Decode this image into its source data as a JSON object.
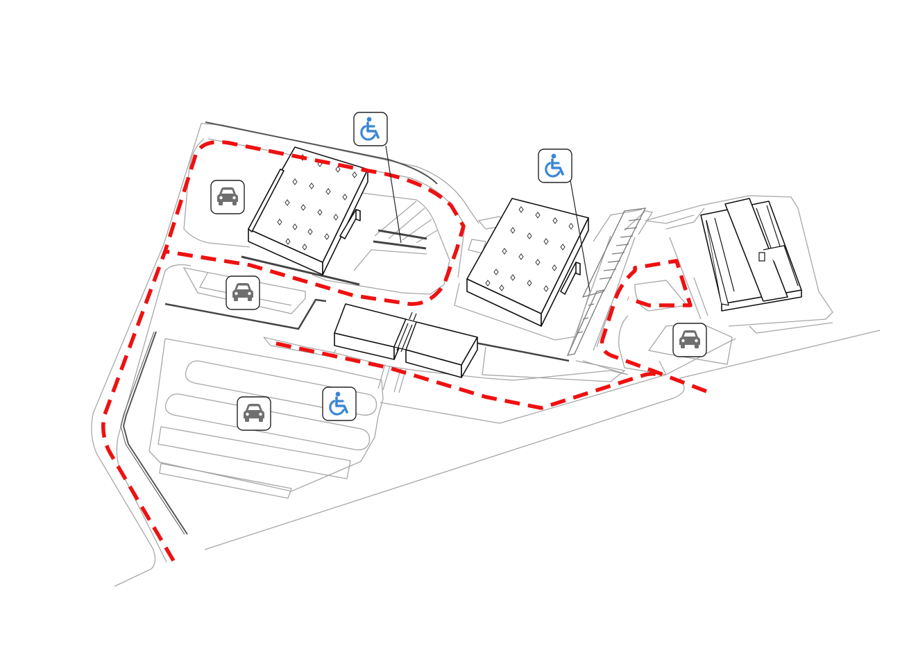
{
  "colors": {
    "accessible_route": "#ee1111",
    "roads": "#a6a6a6",
    "buildings": "#111111",
    "wheelchair_icon": "#3a86d6",
    "parking_icon": "#6f6f6f"
  },
  "map": {
    "buildings": [
      "building-northwest",
      "building-center",
      "building-east",
      "building-low-annex"
    ],
    "parking_markers": [
      {
        "id": "parking-northwest",
        "icon": "car-icon"
      },
      {
        "id": "parking-west",
        "icon": "car-icon"
      },
      {
        "id": "parking-southwest",
        "icon": "car-icon"
      },
      {
        "id": "parking-east",
        "icon": "car-icon"
      }
    ],
    "accessible_entrance_markers": [
      {
        "id": "accessible-entrance-northwest",
        "icon": "wheelchair-icon",
        "has_leader_line": true
      },
      {
        "id": "accessible-entrance-center",
        "icon": "wheelchair-icon",
        "has_leader_line": true
      },
      {
        "id": "accessible-parking-southwest",
        "icon": "wheelchair-icon",
        "has_leader_line": false
      }
    ],
    "route_style": "red-dashed"
  }
}
